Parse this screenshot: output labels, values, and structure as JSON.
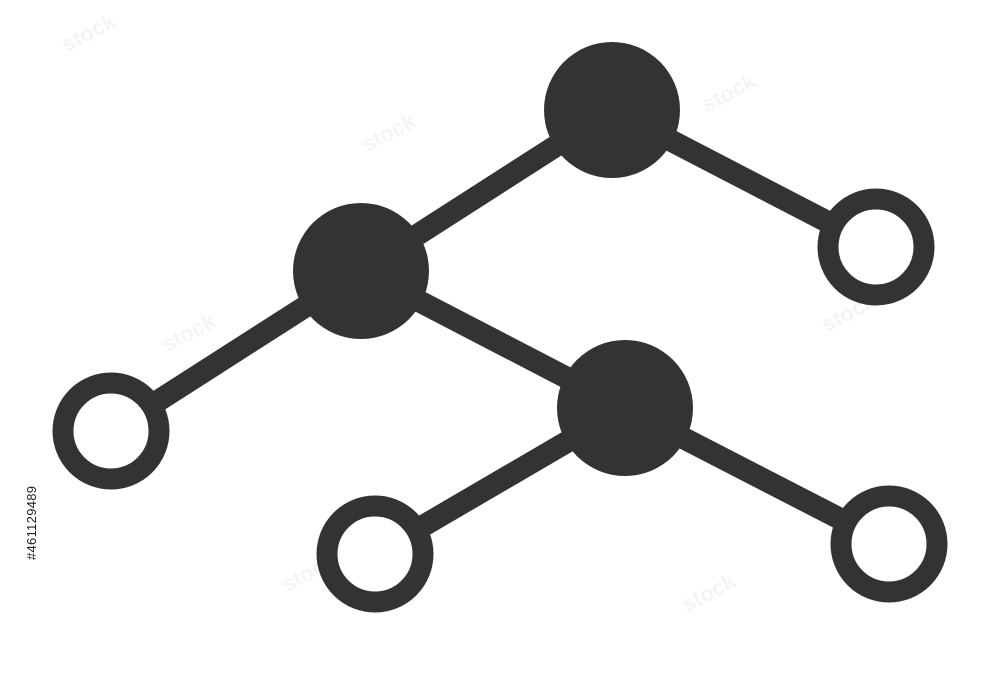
{
  "image_id_label": "#461129489",
  "watermark_text": "stock",
  "colors": {
    "background": "#ffffff",
    "node_fill": "#333333",
    "edge": "#333333",
    "open_node_fill": "#ffffff"
  },
  "nodes": [
    {
      "id": "top-filled",
      "kind": "filled"
    },
    {
      "id": "mid-filled",
      "kind": "filled"
    },
    {
      "id": "lower-filled",
      "kind": "filled"
    },
    {
      "id": "right-top-open",
      "kind": "open"
    },
    {
      "id": "left-open",
      "kind": "open"
    },
    {
      "id": "bottom-mid-open",
      "kind": "open"
    },
    {
      "id": "bottom-right-open",
      "kind": "open"
    }
  ],
  "edges": [
    {
      "from": "top-filled",
      "to": "mid-filled"
    },
    {
      "from": "top-filled",
      "to": "right-top-open"
    },
    {
      "from": "mid-filled",
      "to": "left-open"
    },
    {
      "from": "mid-filled",
      "to": "lower-filled"
    },
    {
      "from": "lower-filled",
      "to": "bottom-mid-open"
    },
    {
      "from": "lower-filled",
      "to": "bottom-right-open"
    }
  ]
}
